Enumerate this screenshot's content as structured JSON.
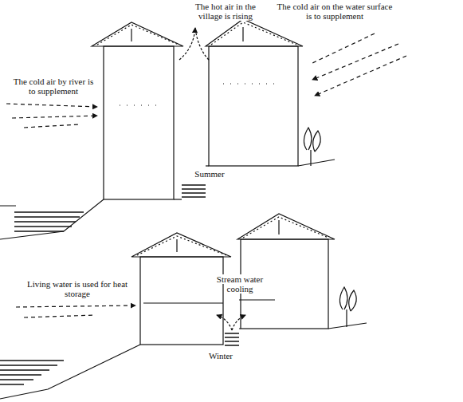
{
  "diagram": {
    "labels": [
      "The hot air in the village is rising",
      "The cold air on the water surface is to supplement",
      "The cold air by river is to supplement",
      "Summer",
      "Living water is used for heat storage",
      "Stream water cooling",
      "Winter"
    ]
  }
}
